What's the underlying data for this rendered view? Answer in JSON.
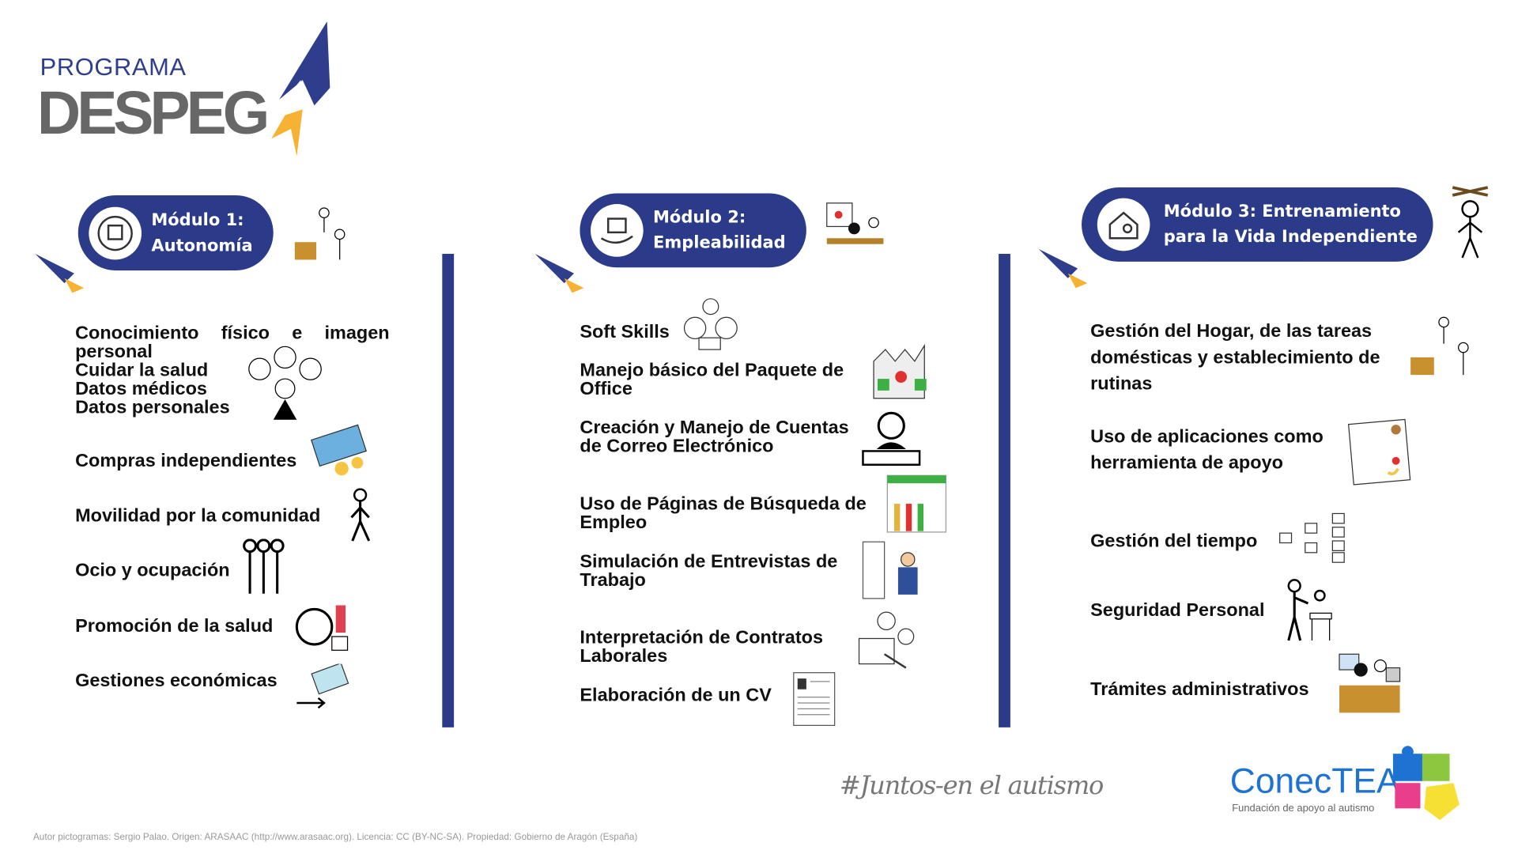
{
  "logo": {
    "line1": "PROGRAMA",
    "line2": "DESPEG",
    "accent_blue": "#2e3e8c",
    "accent_orange": "#f7b233",
    "gray": "#676767"
  },
  "modules": [
    {
      "title_line1": "Módulo 1:",
      "title_line2": "Autonomía",
      "items": [
        "Conocimiento físico e imagen personal",
        "Cuidar la salud",
        "Datos médicos",
        "Datos personales",
        "Compras independientes",
        "Movilidad por la comunidad",
        "Ocio y ocupación",
        "Promoción de la salud",
        "Gestiones económicas"
      ]
    },
    {
      "title_line1": "Módulo 2:",
      "title_line2": "Empleabilidad",
      "items": [
        "Soft Skills",
        "Manejo básico del Paquete de Office",
        "Creación y Manejo de Cuentas de Correo Electrónico",
        "Uso de Páginas de Búsqueda de Empleo",
        "Simulación de Entrevistas de Trabajo",
        "Interpretación de Contratos Laborales",
        "Elaboración de un CV"
      ]
    },
    {
      "title_line1": "Módulo 3: Entrenamiento",
      "title_line2": "para la Vida Independiente",
      "items": [
        "Gestión del Hogar, de las tareas domésticas y establecimiento de rutinas",
        "Uso de aplicaciones como herramienta de apoyo",
        "Gestión del tiempo",
        "Seguridad Personal",
        "Trámites administrativos"
      ]
    }
  ],
  "module_color": "#2b3b8a",
  "hashtag": "#Juntos-en el autismo",
  "brand": {
    "name": "ConecTEA",
    "tagline": "Fundación de apoyo al autismo",
    "color": "#1e73d2"
  },
  "footer": "Autor pictogramas: Sergio Palao. Origen: ARASAAC (http://www.arasaac.org). Licencia: CC (BY-NC-SA). Propiedad: Gobierno de Aragón (España)"
}
